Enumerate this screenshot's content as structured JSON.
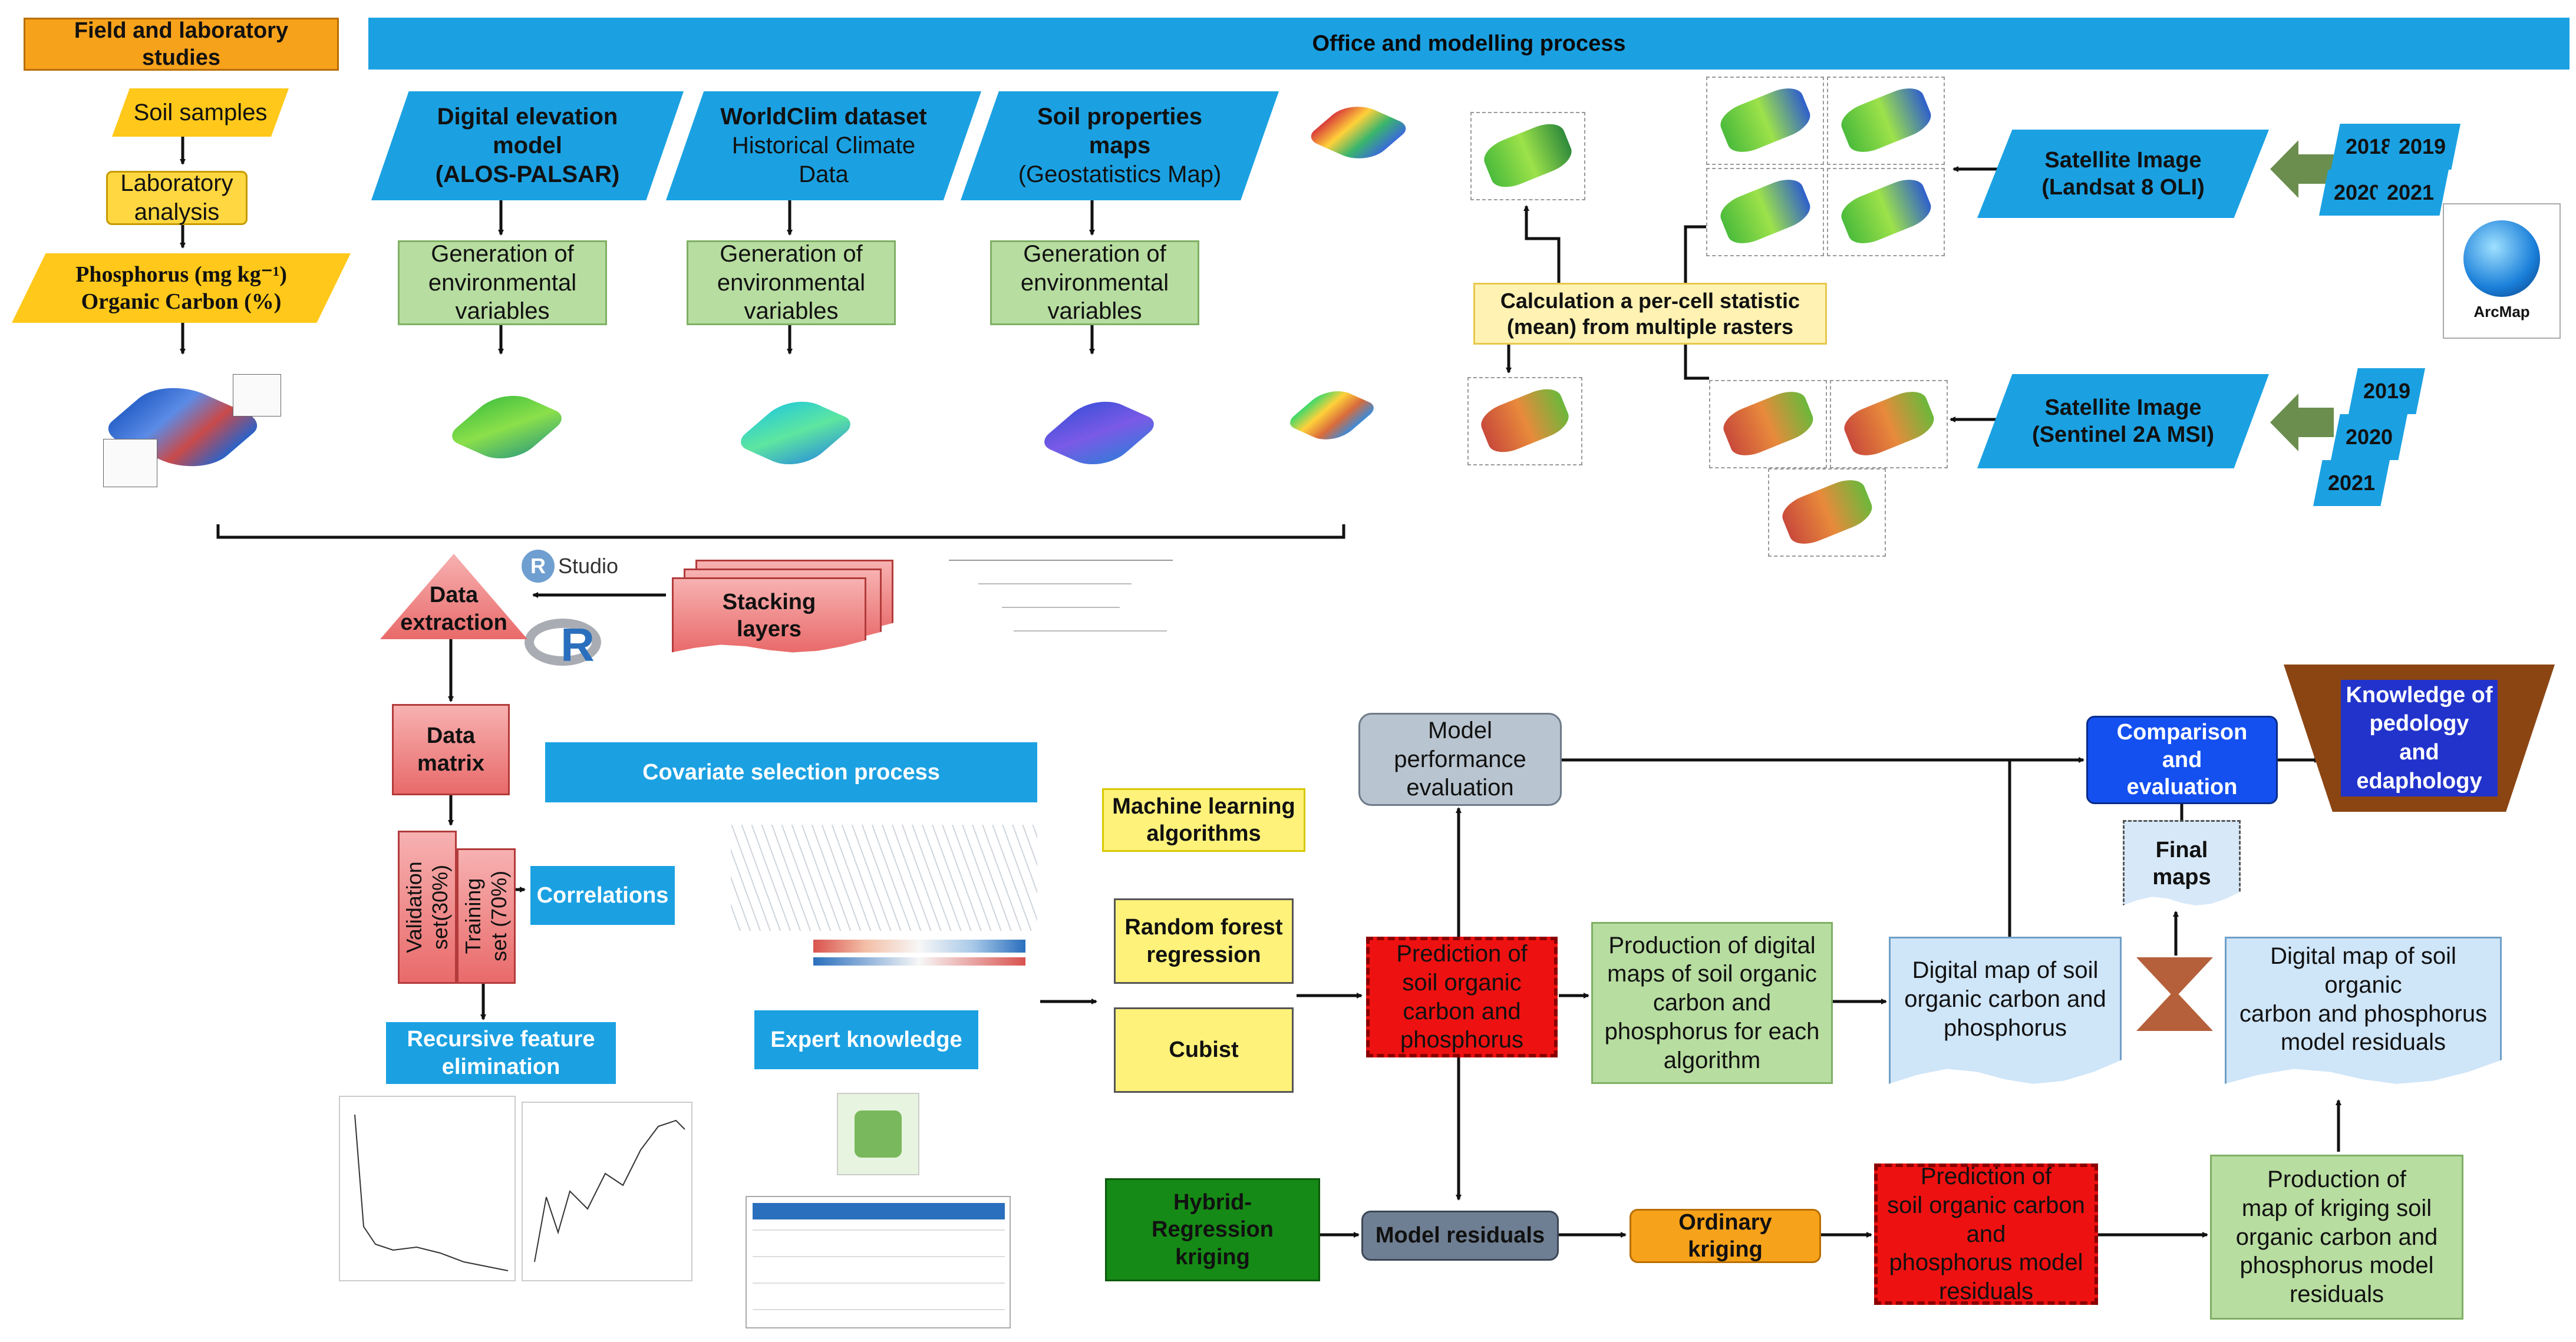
{
  "header_left": "Field and laboratory studies",
  "header_right": "Office and modelling process",
  "field": {
    "soil_samples": "Soil samples",
    "lab_analysis": "Laboratory\nanalysis",
    "phosphorus": "Phosphorus (mg kg⁻¹)",
    "organic_carbon": "Organic Carbon (%)"
  },
  "sources": {
    "dem": "Digital elevation\nmodel\n(ALOS-PALSAR)",
    "worldclim_title": "WorldClim dataset",
    "worldclim_sub": "Historical Climate\nData",
    "soilprop_title": "Soil properties\nmaps",
    "soilprop_sub": "(Geostatistics Map)",
    "generation": "Generation of\nenvironmental\nvariables"
  },
  "satellite": {
    "landsat": "Satellite Image\n(Landsat 8 OLI)",
    "sentinel": "Satellite Image\n(Sentinel 2A MSI)",
    "landsat_years": [
      "2018",
      "2019",
      "2020",
      "2021"
    ],
    "sentinel_years": [
      "2019",
      "2020",
      "2021"
    ],
    "calc": "Calculation a per-cell statistic\n(mean) from multiple rasters",
    "arcmap": "ArcMap"
  },
  "rstudio": "Studio",
  "rstudio_r": "R",
  "stacking": "Stacking\nlayers",
  "data_extraction": "Data\nextraction",
  "data_matrix": "Data\nmatrix",
  "covariate": "Covariate selection process",
  "validation": "Validation\nset(30%)",
  "training": "Training\nset (70%)",
  "correlations": "Correlations",
  "rfe": "Recursive feature\nelimination",
  "expert": "Expert knowledge",
  "ml": {
    "title": "Machine learning\nalgorithms",
    "rf": "Random forest\nregression",
    "cubist": "Cubist",
    "hrk": "Hybrid-Regression\nkriging"
  },
  "model_perf": "Model\nperformance\nevaluation",
  "prediction": "Prediction of\nsoil organic\ncarbon and\nphosphorus",
  "production_digital": "Production of digital\nmaps of soil organic\ncarbon and\nphosphorus for each\nalgorithm",
  "digital_map": "Digital map of soil\norganic carbon and\nphosphorus",
  "digital_map_residuals": "Digital map of soil organic\ncarbon and phosphorus\nmodel residuals",
  "comparison": "Comparison and\nevaluation",
  "knowledge": "Knowledge of\npedology\nand\nedaphology",
  "final_maps": "Final\nmaps",
  "model_residuals": "Model residuals",
  "ordinary_kriging": "Ordinary kriging",
  "prediction_residuals": "Prediction of\nsoil organic carbon\nand\nphosphorus model\nresiduals",
  "production_kriging": "Production of\nmap of kriging  soil\norganic carbon and\nphosphorus model\nresiduals",
  "colors": {
    "blue": "#1ba1e2",
    "orange": "#f7a21b",
    "green_light": "#b7dda0",
    "red": "#ee1111",
    "brown": "#8b4513",
    "deep_blue": "#1450f0"
  }
}
